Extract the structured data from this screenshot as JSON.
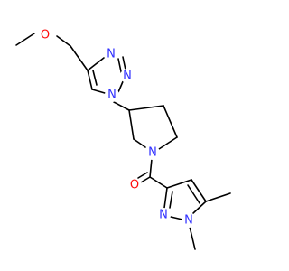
{
  "atom_colors": {
    "N": "#3030ff",
    "O": "#ff0d0d"
  },
  "atoms": [
    {
      "id": "O_ether",
      "symbol": "O"
    },
    {
      "id": "N_t1",
      "symbol": "N"
    },
    {
      "id": "N_t2",
      "symbol": "N"
    },
    {
      "id": "N_t3",
      "symbol": "N"
    },
    {
      "id": "N_pyr",
      "symbol": "N"
    },
    {
      "id": "O_carbonyl",
      "symbol": "O"
    },
    {
      "id": "N_pz1",
      "symbol": "N"
    },
    {
      "id": "N_pz2",
      "symbol": "N"
    }
  ]
}
